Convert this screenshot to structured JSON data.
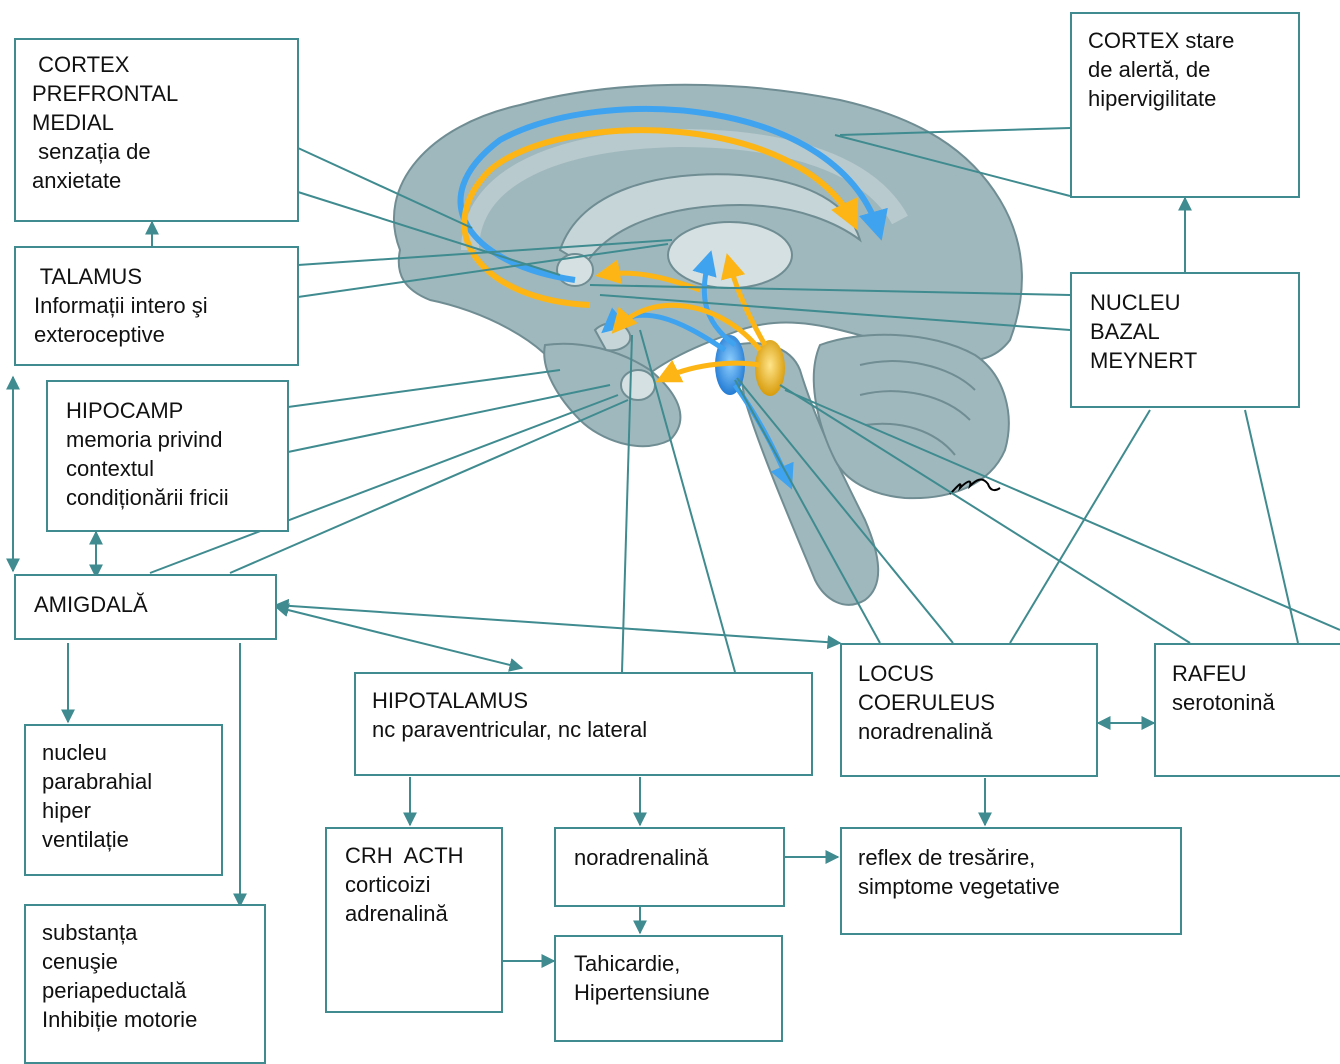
{
  "colors": {
    "connector": "#3f8b8f",
    "brain_fill": "#9fb8bd",
    "brain_edge": "#6f8d93",
    "brain_light": "#c6d5d8",
    "pathway_blue": "#3fa3f0",
    "pathway_yellow": "#fcb514",
    "box_border": "#3f8b8f"
  },
  "boxes": {
    "cortex_prefrontal": {
      "lines": [
        " CORTEX",
        "PREFRONTAL",
        "MEDIAL",
        " senzația de",
        "anxietate"
      ]
    },
    "cortex_alerta": {
      "lines": [
        "CORTEX stare",
        "de alertă, de",
        "hipervigilitate"
      ]
    },
    "talamus": {
      "lines": [
        " TALAMUS",
        "Informații intero şi",
        "exteroceptive"
      ]
    },
    "nucleu_meynert": {
      "lines": [
        "NUCLEU",
        "BAZAL",
        "MEYNERT"
      ]
    },
    "hipocamp": {
      "lines": [
        "HIPOCAMP",
        "memoria privind",
        "contextul",
        "condiționării fricii"
      ]
    },
    "amigdala": {
      "lines": [
        "AMIGDALĂ"
      ]
    },
    "hipotalamus": {
      "lines": [
        "HIPOTALAMUS",
        "nc paraventricular, nc lateral"
      ]
    },
    "locus_coeruleus": {
      "lines": [
        "LOCUS",
        "COERULEUS",
        "noradrenalină"
      ]
    },
    "rafeu": {
      "lines": [
        "RAFEU",
        "serotonină"
      ]
    },
    "nucleu_parabrahial": {
      "lines": [
        "nucleu",
        "parabrahial",
        "hiper",
        "ventilație"
      ]
    },
    "substanta_cenusie": {
      "lines": [
        "substanța",
        "cenuşie",
        "periapeductală",
        "Inhibiție motorie"
      ]
    },
    "crh_acth": {
      "lines": [
        "CRH  ACTH",
        "corticoizi",
        "adrenalină"
      ]
    },
    "noradrenalina": {
      "lines": [
        "noradrenalină"
      ]
    },
    "reflex_tresarire": {
      "lines": [
        "reflex de tresărire,",
        "simptome vegetative"
      ]
    },
    "tahicardie": {
      "lines": [
        "Tahicardie,",
        "Hipertensiune"
      ]
    }
  }
}
